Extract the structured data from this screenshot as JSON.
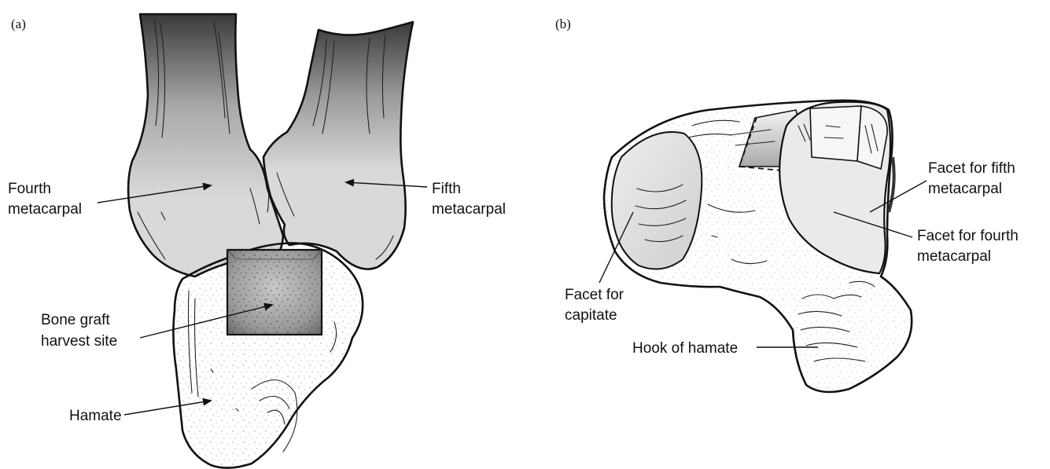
{
  "panels": {
    "a": {
      "tag": "(a)",
      "labels": {
        "fourth_metacarpal": [
          "Fourth",
          "metacarpal"
        ],
        "fifth_metacarpal": [
          "Fifth",
          "metacarpal"
        ],
        "bone_graft": [
          "Bone graft",
          "harvest site"
        ],
        "hamate": [
          "Hamate"
        ]
      }
    },
    "b": {
      "tag": "(b)",
      "labels": {
        "facet_fifth": [
          "Facet for fifth",
          "metacarpal"
        ],
        "facet_fourth": [
          "Facet for fourth",
          "metacarpal"
        ],
        "facet_capitate": [
          "Facet for",
          "capitate"
        ],
        "hook_of_hamate": [
          "Hook of hamate"
        ]
      }
    }
  },
  "colors": {
    "line": "#111111",
    "bone_fill": "#d7d7d7",
    "shade_dark": "#3a3a3a",
    "graft_fill": "#9a9a9a"
  }
}
